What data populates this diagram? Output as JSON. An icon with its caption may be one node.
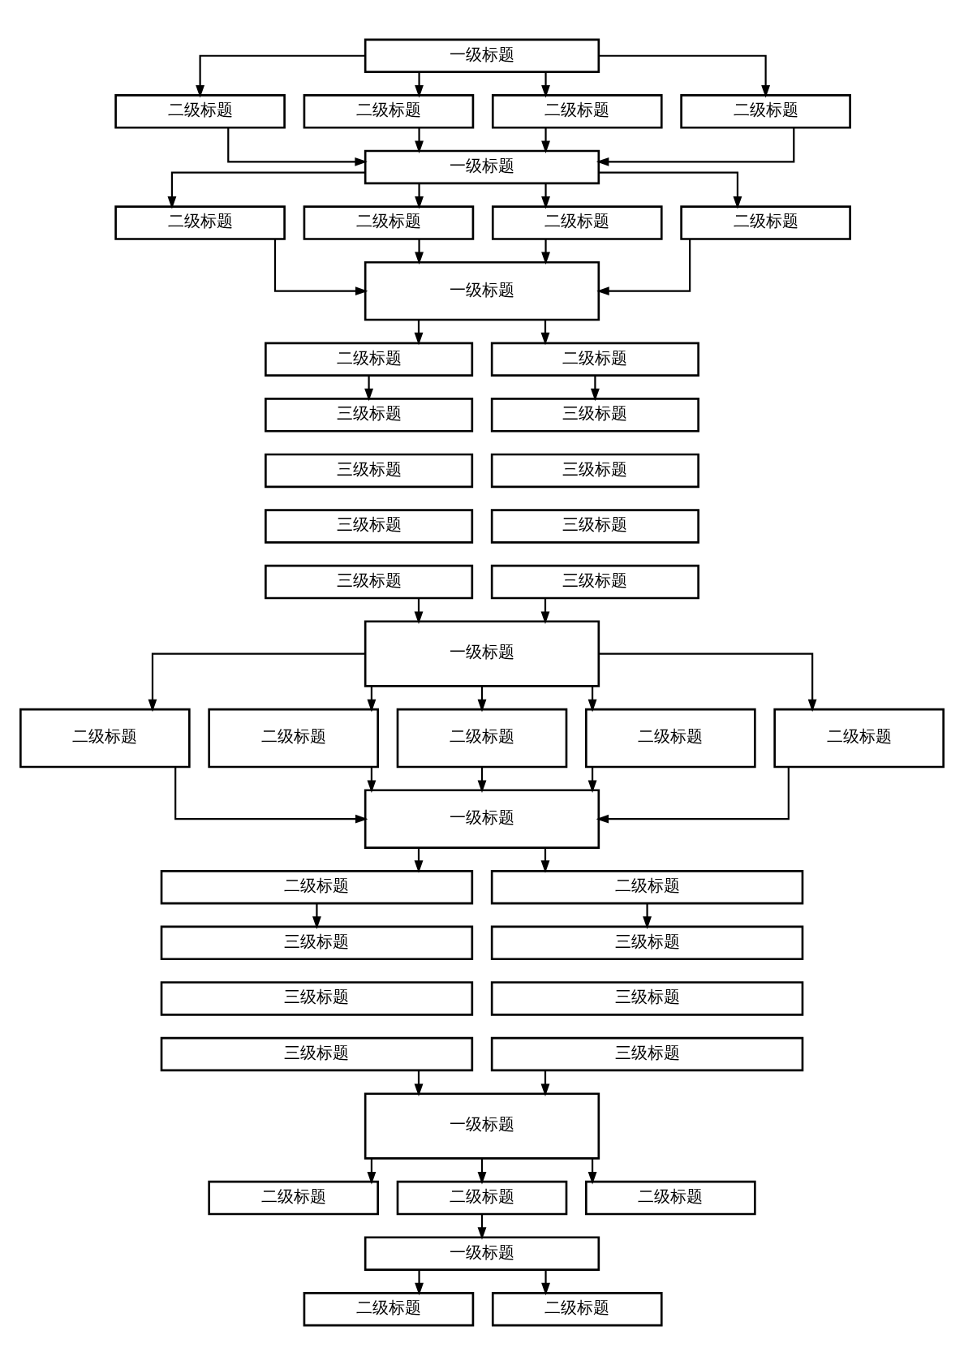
{
  "diagram": {
    "nodes": [
      {
        "text": [
          "一级标题"
        ]
      },
      {
        "text": [
          "二级标题"
        ]
      },
      {
        "text": [
          "二级标题"
        ]
      },
      {
        "text": [
          "二级标题"
        ]
      },
      {
        "text": [
          "二级标题"
        ]
      },
      {
        "text": [
          "一级标题"
        ]
      },
      {
        "text": [
          "二级标题"
        ]
      },
      {
        "text": [
          "二级标题"
        ]
      },
      {
        "text": [
          "二级标题"
        ]
      },
      {
        "text": [
          "二级标题"
        ]
      },
      {
        "text": [
          "一级标题"
        ]
      },
      {
        "text": [
          "二级标题"
        ]
      },
      {
        "text": [
          "二级标题"
        ]
      },
      {
        "text": [
          "三级标题"
        ]
      },
      {
        "text": [
          "三级标题"
        ]
      },
      {
        "text": [
          "三级标题"
        ]
      },
      {
        "text": [
          "三级标题"
        ]
      },
      {
        "text": [
          "三级标题"
        ]
      },
      {
        "text": [
          "三级标题"
        ]
      },
      {
        "text": [
          "三级标题"
        ]
      },
      {
        "text": [
          "三级标题"
        ]
      },
      {
        "text": [
          "一级标题"
        ]
      },
      {
        "text": [
          "二级标题"
        ]
      },
      {
        "text": [
          "二级标题"
        ]
      },
      {
        "text": [
          "二级标题"
        ]
      },
      {
        "text": [
          "二级标题"
        ]
      },
      {
        "text": [
          "二级标题"
        ]
      },
      {
        "text": [
          "一级标题"
        ]
      },
      {
        "text": [
          "二级标题"
        ]
      },
      {
        "text": [
          "二级标题"
        ]
      },
      {
        "text": [
          "三级标题"
        ]
      },
      {
        "text": [
          "三级标题"
        ]
      },
      {
        "text": [
          "三级标题"
        ]
      },
      {
        "text": [
          "三级标题"
        ]
      },
      {
        "text": [
          "三级标题"
        ]
      },
      {
        "text": [
          "三级标题"
        ]
      },
      {
        "text": [
          "一级标题"
        ]
      },
      {
        "text": [
          "二级标题"
        ]
      },
      {
        "text": [
          "二级标题"
        ]
      },
      {
        "text": [
          "二级标题"
        ]
      },
      {
        "text": [
          "一级标题"
        ]
      },
      {
        "text": [
          "二级标题"
        ]
      },
      {
        "text": [
          "二级标题"
        ]
      }
    ],
    "edges": [
      {
        "from": 0,
        "to": 1,
        "arrow": "to"
      },
      {
        "from": 0,
        "to": 2,
        "arrow": "to"
      },
      {
        "from": 0,
        "to": 3,
        "arrow": "to"
      },
      {
        "from": 0,
        "to": 4,
        "arrow": "to"
      },
      {
        "from": 1,
        "to": 5,
        "arrow": "to"
      },
      {
        "from": 2,
        "to": 5,
        "arrow": "to"
      },
      {
        "from": 3,
        "to": 5,
        "arrow": "to"
      },
      {
        "from": 4,
        "to": 5,
        "arrow": "to"
      },
      {
        "from": 5,
        "to": 6,
        "arrow": "to"
      },
      {
        "from": 5,
        "to": 7,
        "arrow": "to"
      },
      {
        "from": 5,
        "to": 8,
        "arrow": "to"
      },
      {
        "from": 5,
        "to": 9,
        "arrow": "to"
      },
      {
        "from": 6,
        "to": 10,
        "arrow": "to"
      },
      {
        "from": 7,
        "to": 10,
        "arrow": "to"
      },
      {
        "from": 8,
        "to": 10,
        "arrow": "to"
      },
      {
        "from": 9,
        "to": 10,
        "arrow": "to"
      },
      {
        "from": 10,
        "to": 11,
        "arrow": "to"
      },
      {
        "from": 10,
        "to": 12,
        "arrow": "to"
      },
      {
        "from": 11,
        "to": 13,
        "arrow": "to"
      },
      {
        "from": 12,
        "to": 14,
        "arrow": "to"
      },
      {
        "from": 19,
        "to": 21,
        "arrow": "to"
      },
      {
        "from": 20,
        "to": 21,
        "arrow": "to"
      },
      {
        "from": 21,
        "to": 22,
        "arrow": "to"
      },
      {
        "from": 21,
        "to": 23,
        "arrow": "to"
      },
      {
        "from": 21,
        "to": 24,
        "arrow": "to"
      },
      {
        "from": 21,
        "to": 25,
        "arrow": "to"
      },
      {
        "from": 21,
        "to": 26,
        "arrow": "to"
      },
      {
        "from": 22,
        "to": 27,
        "arrow": "to"
      },
      {
        "from": 23,
        "to": 27,
        "arrow": "to"
      },
      {
        "from": 24,
        "to": 27,
        "arrow": "to"
      },
      {
        "from": 25,
        "to": 27,
        "arrow": "to"
      },
      {
        "from": 26,
        "to": 27,
        "arrow": "to"
      },
      {
        "from": 27,
        "to": 28,
        "arrow": "to"
      },
      {
        "from": 27,
        "to": 29,
        "arrow": "to"
      },
      {
        "from": 28,
        "to": 30,
        "arrow": "to"
      },
      {
        "from": 29,
        "to": 31,
        "arrow": "to"
      },
      {
        "from": 34,
        "to": 36,
        "arrow": "to"
      },
      {
        "from": 35,
        "to": 36,
        "arrow": "to"
      },
      {
        "from": 36,
        "to": 37,
        "arrow": "to"
      },
      {
        "from": 36,
        "to": 38,
        "arrow": "to"
      },
      {
        "from": 36,
        "to": 39,
        "arrow": "to"
      },
      {
        "from": 38,
        "to": 40,
        "arrow": "to"
      },
      {
        "from": 40,
        "to": 41,
        "arrow": "to"
      },
      {
        "from": 40,
        "to": 42,
        "arrow": "to"
      }
    ]
  }
}
